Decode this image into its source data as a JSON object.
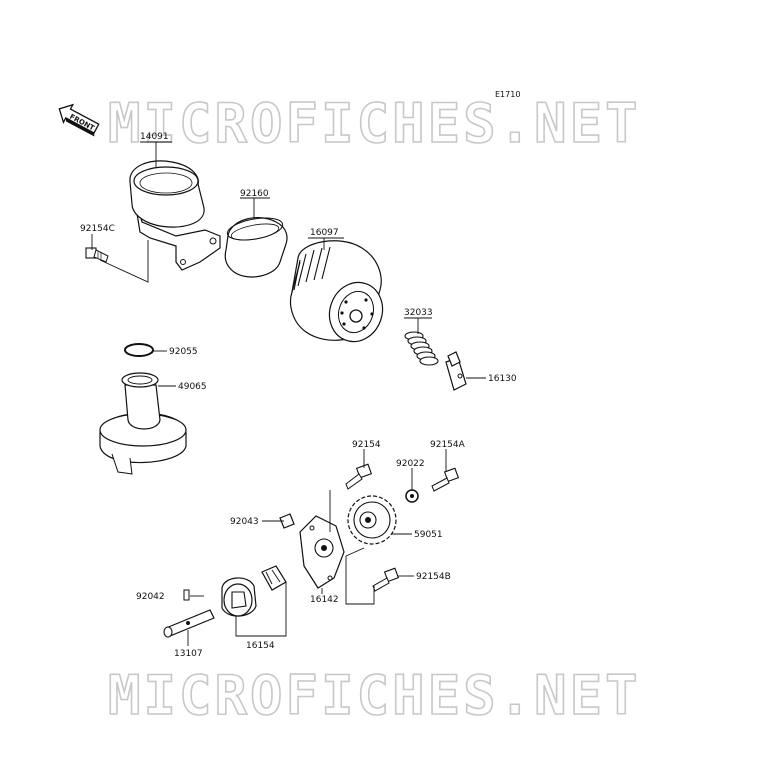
{
  "diagram_code": "E1710",
  "watermark_text": "MICROFICHES.NET",
  "front_label": "FRONT",
  "parts": [
    {
      "id": "p14091",
      "number": "14091"
    },
    {
      "id": "p92160",
      "number": "92160"
    },
    {
      "id": "p92154c",
      "number": "92154C"
    },
    {
      "id": "p16097",
      "number": "16097"
    },
    {
      "id": "p32033",
      "number": "32033"
    },
    {
      "id": "p16130",
      "number": "16130"
    },
    {
      "id": "p92055",
      "number": "92055"
    },
    {
      "id": "p49065",
      "number": "49065"
    },
    {
      "id": "p92154",
      "number": "92154"
    },
    {
      "id": "p92154a",
      "number": "92154A"
    },
    {
      "id": "p92022",
      "number": "92022"
    },
    {
      "id": "p92043",
      "number": "92043"
    },
    {
      "id": "p59051",
      "number": "59051"
    },
    {
      "id": "p92154b",
      "number": "92154B"
    },
    {
      "id": "p16142",
      "number": "16142"
    },
    {
      "id": "p92042",
      "number": "92042"
    },
    {
      "id": "p13107",
      "number": "13107"
    },
    {
      "id": "p16154",
      "number": "16154"
    }
  ]
}
